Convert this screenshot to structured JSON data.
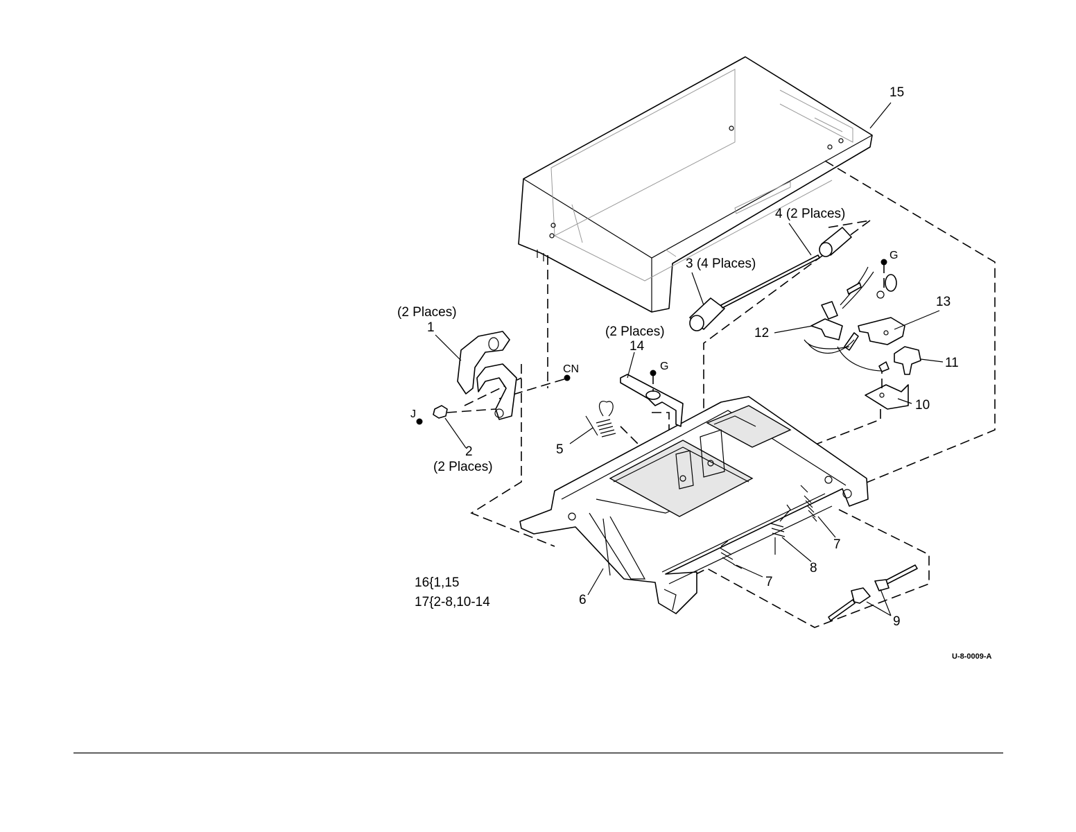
{
  "diagram": {
    "drawing_code": "U-8-0009-A",
    "callouts": {
      "c1": "1",
      "c1_note": "(2 Places)",
      "c2": "2",
      "c2_note": "(2 Places)",
      "c3": "3 (4 Places)",
      "c4": "4 (2 Places)",
      "c5": "5",
      "c6": "6",
      "c7a": "7",
      "c7b": "7",
      "c8": "8",
      "c9": "9",
      "c10": "10",
      "c11": "11",
      "c12": "12",
      "c13": "13",
      "c14": "14",
      "c14_note": "(2 Places)",
      "c15": "15"
    },
    "markers": {
      "cn": "CN",
      "j": "J",
      "g1": "G",
      "g2": "G"
    },
    "kits": {
      "k16": "16{1,15",
      "k17": "17{2-8,10-14"
    }
  }
}
